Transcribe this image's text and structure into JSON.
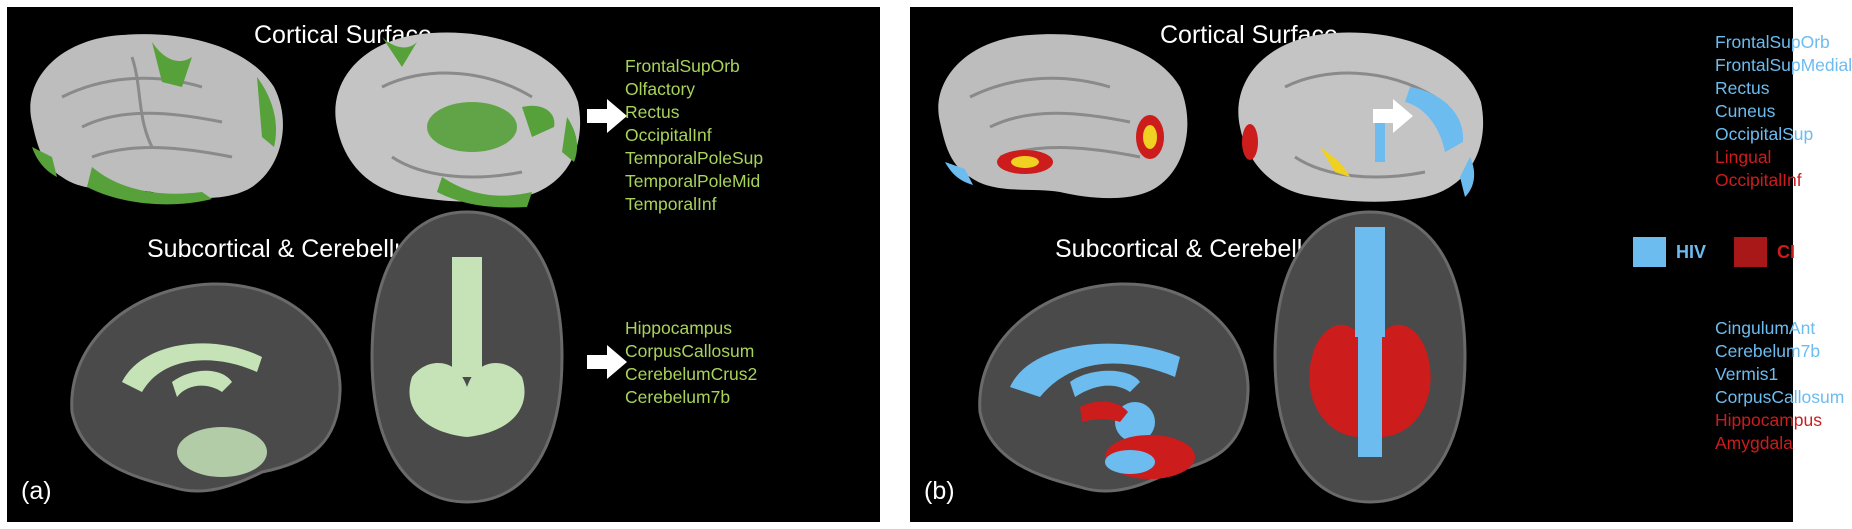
{
  "colors": {
    "green_label": "#a8d35a",
    "hiv": "#6cbcf0",
    "ci": "#cc1c1c",
    "cortex_green": "#57a13a",
    "sub_green": "#c6e3b8"
  },
  "panel_a": {
    "label": "(a)",
    "cortical_title": "Cortical Surface",
    "subcortical_title": "Subcortical & Cerebellum",
    "cortical_regions": [
      "FrontalSupOrb",
      "Olfactory",
      "Rectus",
      "OccipitalInf",
      "TemporalPoleSup",
      "TemporalPoleMid",
      "TemporalInf"
    ],
    "subcortical_regions": [
      "Hippocampus",
      "CorpusCallosum",
      "CerebelumCrus2",
      "Cerebelum7b"
    ]
  },
  "panel_b": {
    "label": "(b)",
    "cortical_title": "Cortical Surface",
    "subcortical_title": "Subcortical & Cerebellum",
    "cortical_regions_hiv": [
      "FrontalSupOrb",
      "FrontalSupMedial",
      "Rectus",
      "Cuneus",
      "OccipitalSup"
    ],
    "cortical_regions_ci": [
      "Lingual",
      "OccipitalInf"
    ],
    "subcortical_regions_hiv": [
      "CingulumAnt",
      "Cerebelum7b",
      "Vermis1",
      "CorpusCallosum"
    ],
    "subcortical_regions_ci": [
      "Hippocampus",
      "Amygdala"
    ],
    "legend": {
      "hiv_label": "HIV",
      "ci_label": "CI"
    }
  }
}
